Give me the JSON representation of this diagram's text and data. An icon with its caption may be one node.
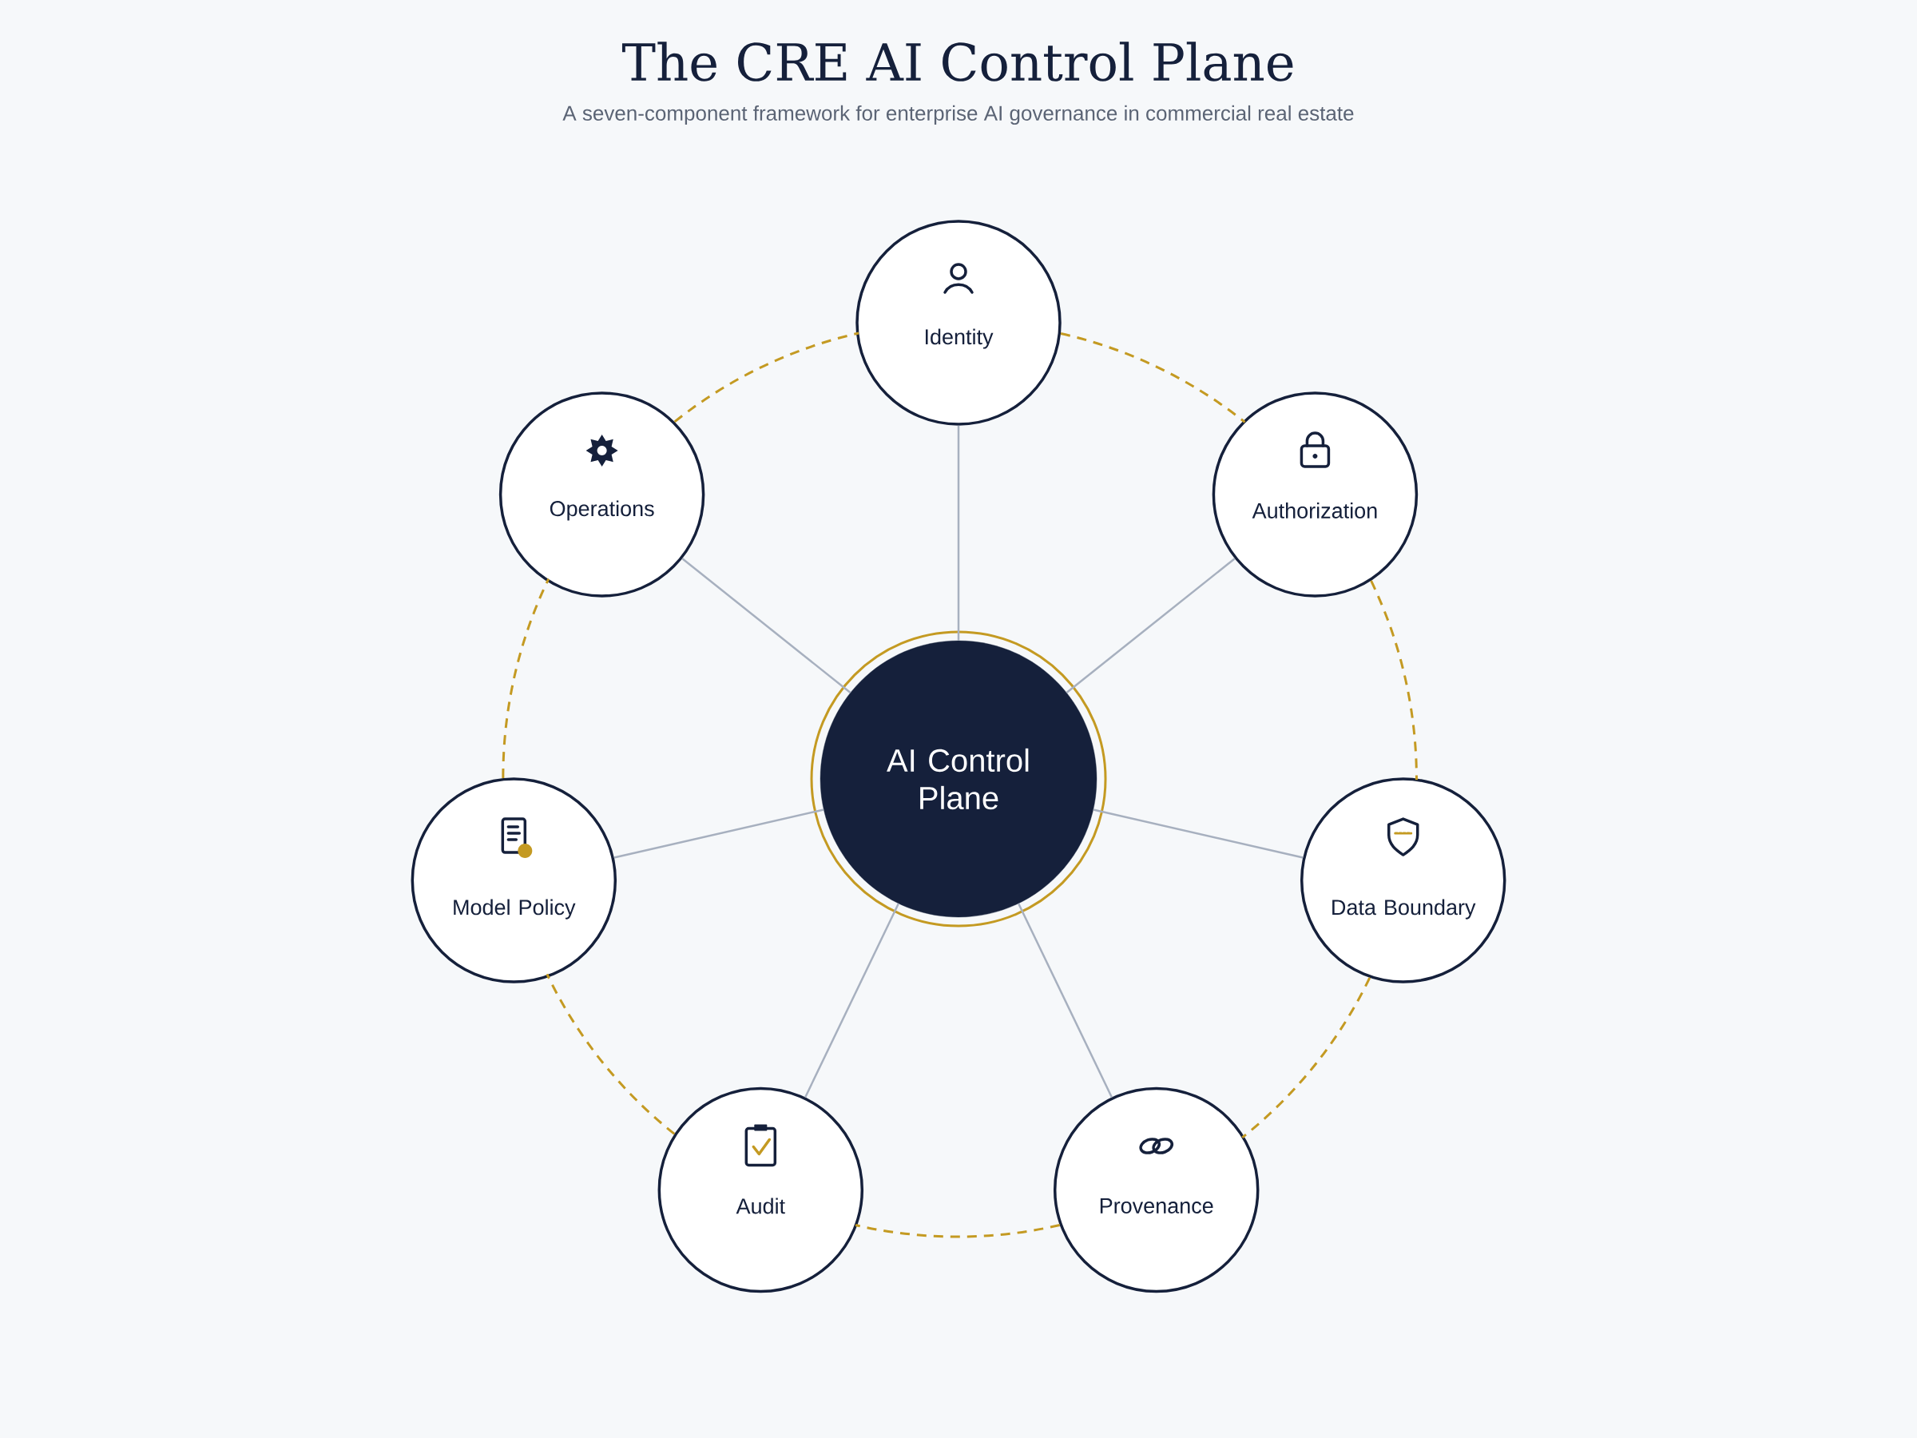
{
  "diagram": {
    "title": "The CRE AI Control Plane",
    "caption": "A seven-component framework for enterprise AI governance in commercial real estate",
    "nodes": [
      {
        "text": [
          "Identity"
        ]
      },
      {
        "text": [
          "Operations"
        ]
      },
      {
        "text": [
          "Authorization"
        ]
      },
      {
        "text": [
          "AI Control Plane"
        ]
      },
      {
        "text": [
          "Model Policy"
        ]
      },
      {
        "text": [
          "Data Boundary"
        ]
      },
      {
        "text": [
          "Audit"
        ]
      },
      {
        "text": [
          "Provenance"
        ]
      }
    ],
    "edges": [
      {
        "from": 3,
        "to": 0,
        "arrow": "none",
        "color": "#a7b0bf"
      },
      {
        "from": 3,
        "to": 2,
        "arrow": "none",
        "color": "#a7b0bf"
      },
      {
        "from": 3,
        "to": 5,
        "arrow": "none",
        "color": "#a7b0bf"
      },
      {
        "from": 3,
        "to": 7,
        "arrow": "none",
        "color": "#a7b0bf"
      },
      {
        "from": 3,
        "to": 6,
        "arrow": "none",
        "color": "#a7b0bf"
      },
      {
        "from": 3,
        "to": 4,
        "arrow": "none",
        "color": "#a7b0bf"
      },
      {
        "from": 3,
        "to": 1,
        "arrow": "none",
        "color": "#a7b0bf"
      },
      {
        "from": 0,
        "to": 2,
        "arrow": "none",
        "style": "dashed",
        "color": "#c49a22"
      },
      {
        "from": 2,
        "to": 5,
        "arrow": "none",
        "style": "dashed",
        "color": "#c49a22"
      },
      {
        "from": 5,
        "to": 7,
        "arrow": "none",
        "style": "dashed",
        "color": "#c49a22"
      },
      {
        "from": 7,
        "to": 6,
        "arrow": "none",
        "style": "dashed",
        "color": "#c49a22"
      },
      {
        "from": 6,
        "to": 4,
        "arrow": "none",
        "style": "dashed",
        "color": "#c49a22"
      },
      {
        "from": 4,
        "to": 1,
        "arrow": "none",
        "style": "dashed",
        "color": "#c49a22"
      },
      {
        "from": 1,
        "to": 0,
        "arrow": "none",
        "style": "dashed",
        "color": "#c49a22"
      }
    ]
  }
}
